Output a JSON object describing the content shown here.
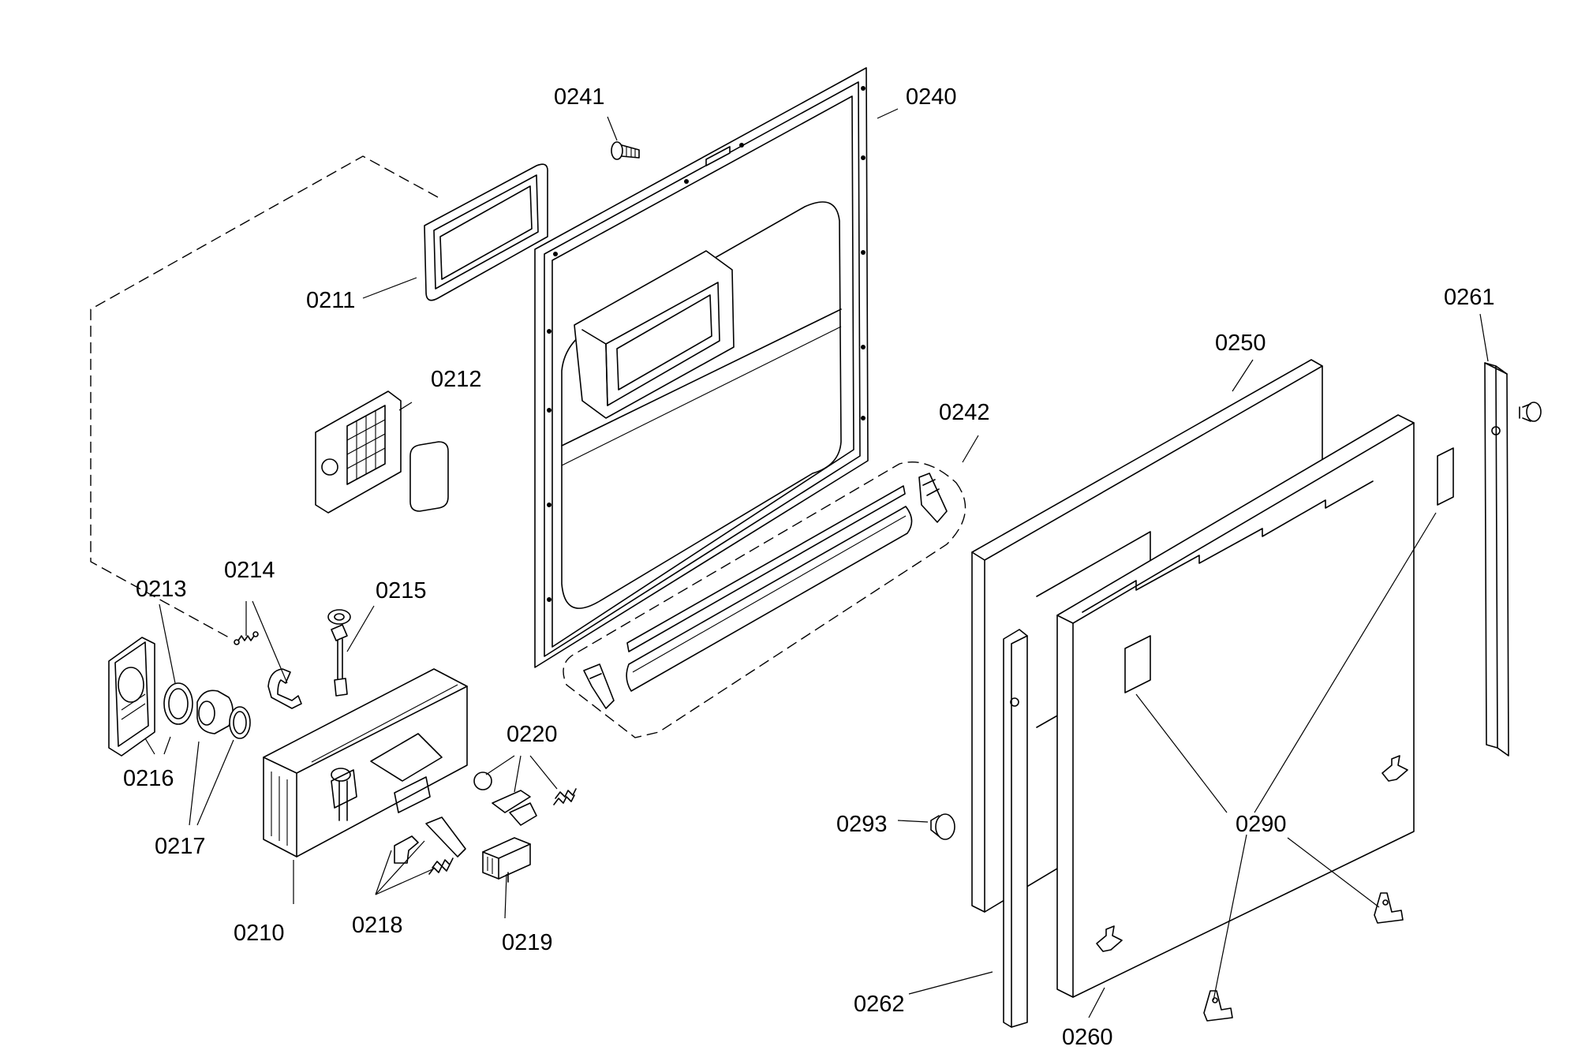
{
  "diagram": {
    "labels": {
      "p0210": "0210",
      "p0211": "0211",
      "p0212": "0212",
      "p0213": "0213",
      "p0214": "0214",
      "p0215": "0215",
      "p0216": "0216",
      "p0217": "0217",
      "p0218": "0218",
      "p0219": "0219",
      "p0220": "0220",
      "p0240": "0240",
      "p0241": "0241",
      "p0242": "0242",
      "p0250": "0250",
      "p0260": "0260",
      "p0261": "0261",
      "p0262": "0262",
      "p0290": "0290",
      "p0293": "0293"
    }
  }
}
